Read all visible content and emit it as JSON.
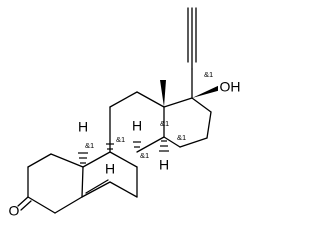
{
  "molecule": {
    "atom_labels": {
      "oh": "OH",
      "ketone_o": "O",
      "h_c8": "H",
      "h_c9": "H",
      "h_c10": "H",
      "h_c14": "H"
    },
    "stereo_labels": {
      "c17": "&1",
      "c13": "&1",
      "c9": "&1",
      "c8": "&1",
      "c10": "&1",
      "c14": "&1"
    }
  },
  "colors": {
    "bond": "#000000",
    "background": "#ffffff"
  }
}
